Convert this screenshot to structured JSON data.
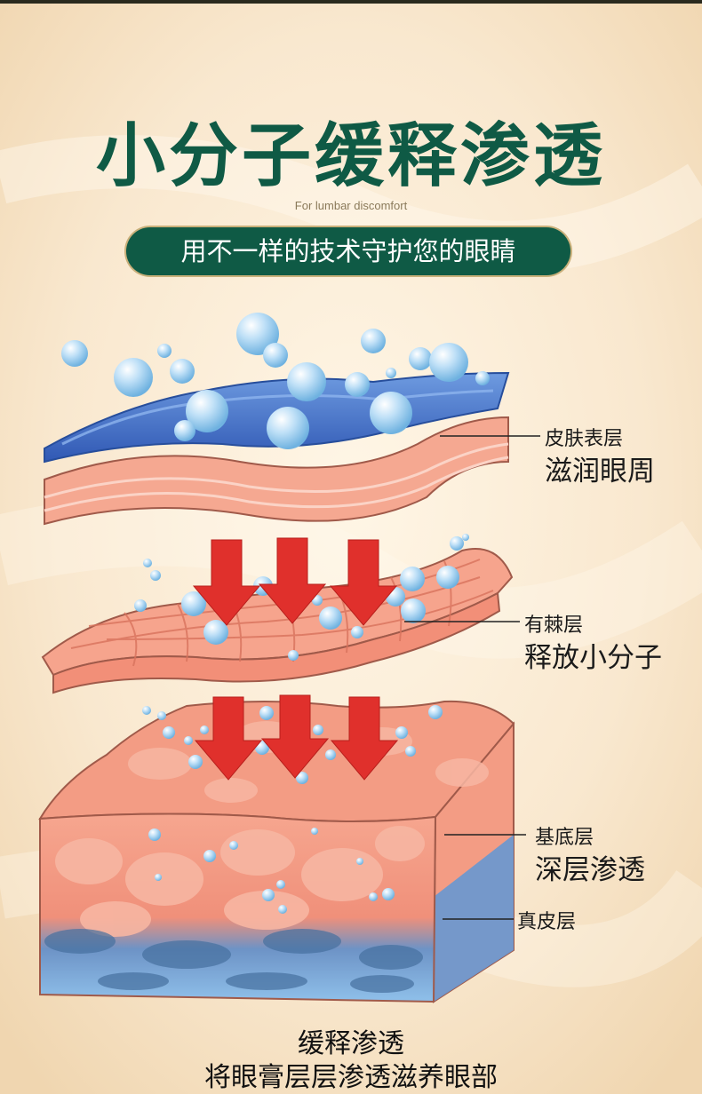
{
  "title": "小分子缓释渗透",
  "subtitle_en": "For lumbar discomfort",
  "slogan": "用不一样的技术守护您的眼睛",
  "layers": [
    {
      "name": "皮肤表层",
      "effect": "滋润眼周"
    },
    {
      "name": "有棘层",
      "effect": "释放小分子"
    },
    {
      "name": "基底层",
      "effect": "深层渗透"
    },
    {
      "name": "真皮层",
      "effect": ""
    }
  ],
  "footer": {
    "line1": "缓释渗透",
    "line2": "将眼膏层层渗透滋养眼部"
  },
  "colors": {
    "title_green": "#0f5a45",
    "arrow_red": "#e0302c",
    "skin_pink": "#f29a86",
    "gel_blue": "#3b6fc6"
  }
}
